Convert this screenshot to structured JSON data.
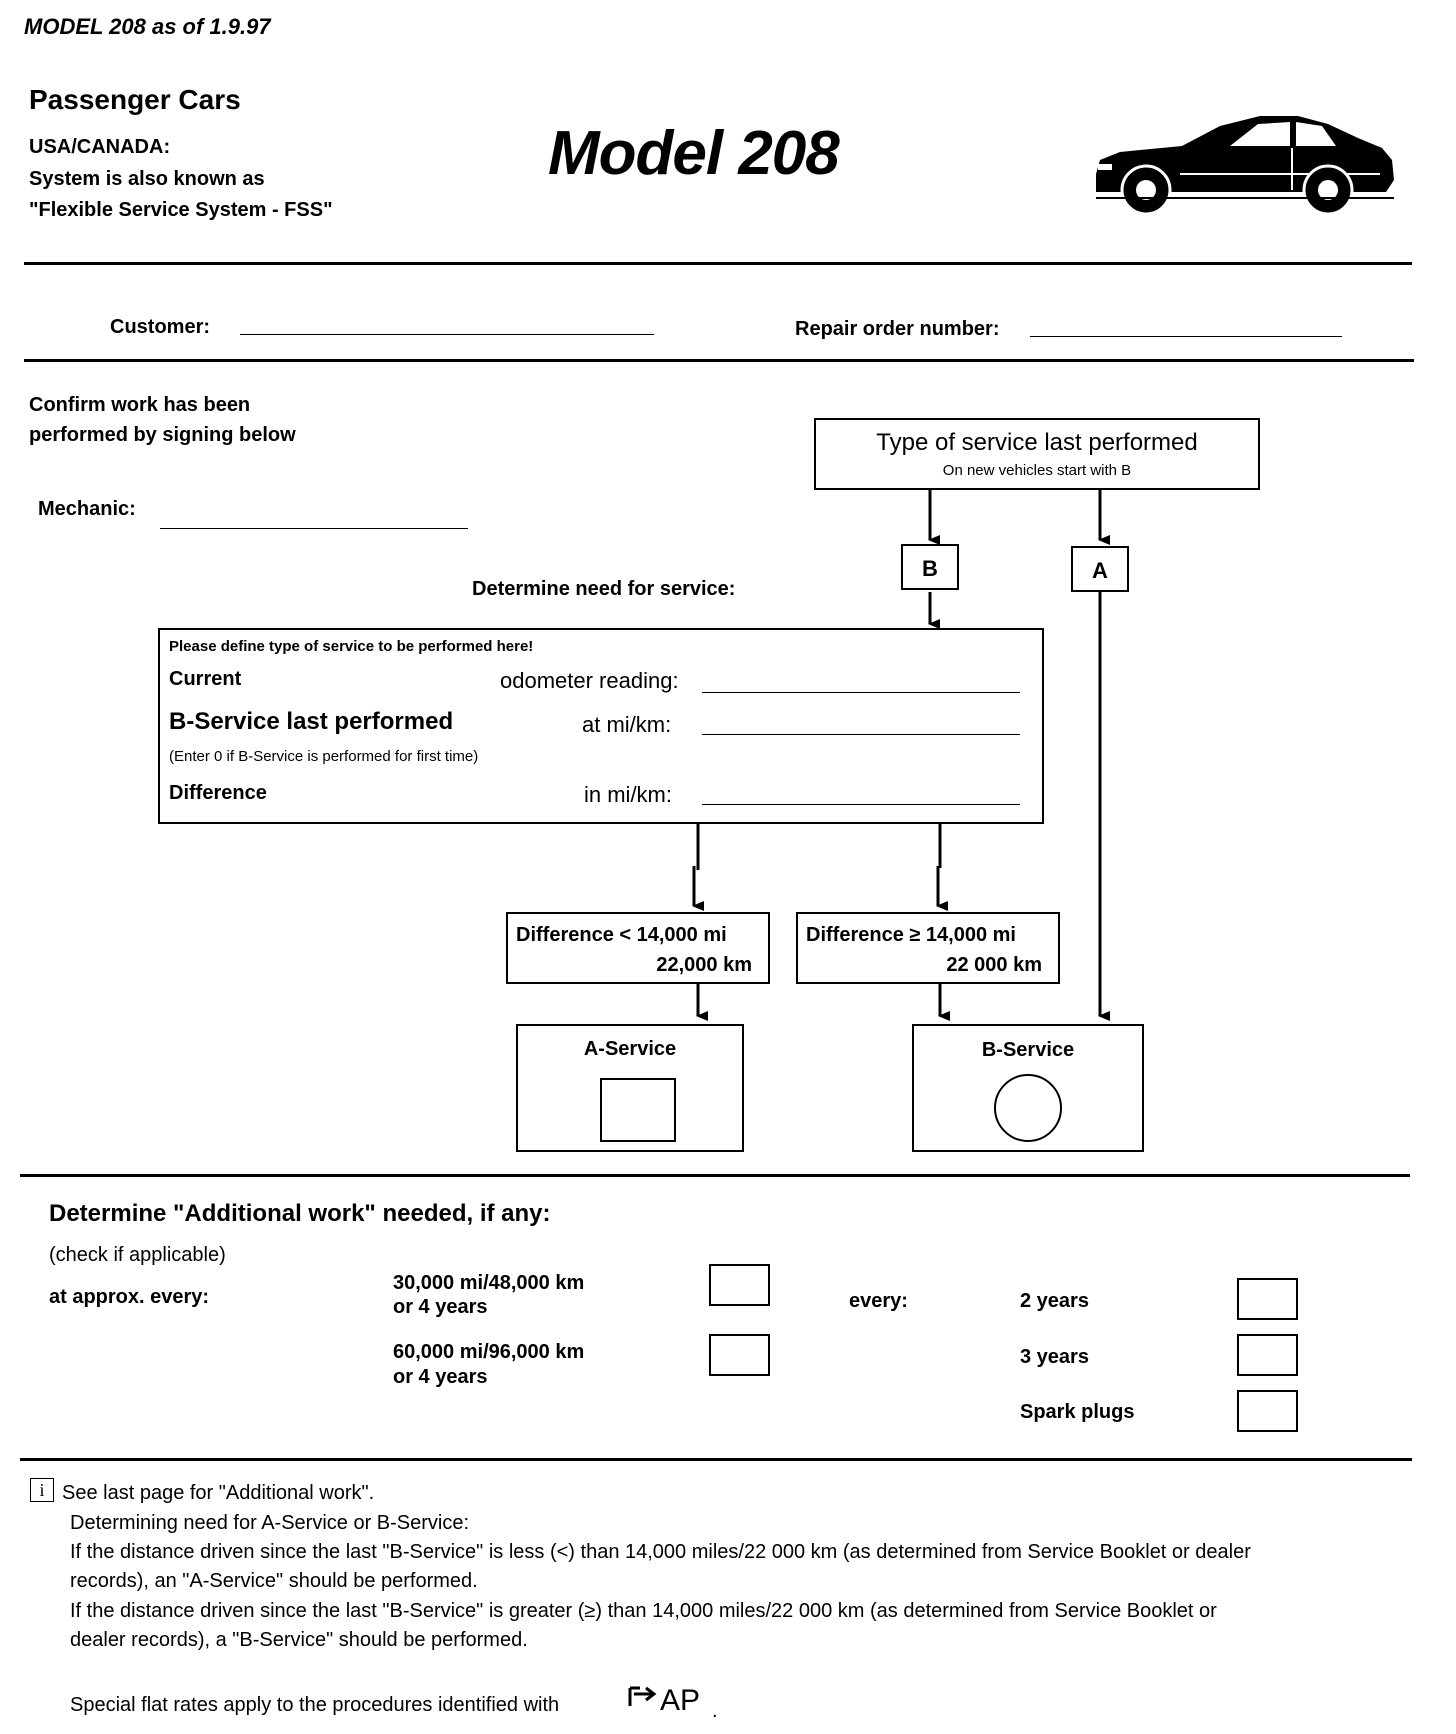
{
  "header": {
    "model_line": "MODEL 208 as of 1.9.97",
    "category": "Passenger Cars",
    "region": "USA/CANADA:",
    "aka_line1": "System is also known as",
    "aka_line2": "\"Flexible Service System - FSS\"",
    "title": "Model 208",
    "car_icon": "car-coupe-icon"
  },
  "fields": {
    "customer_label": "Customer:",
    "repair_order_label": "Repair order number:",
    "confirm_line1": "Confirm work has been",
    "confirm_line2": "performed by signing below",
    "mechanic_label": "Mechanic:"
  },
  "flow": {
    "type_box_title": "Type of  service last performed",
    "type_box_sub": "On new vehicles start with B",
    "branch_b": "B",
    "branch_a": "A",
    "determine_label": "Determine need for service:",
    "define_heading": "Please define type of service to be performed here!",
    "current_label": "Current",
    "odometer_label": "odometer reading:",
    "b_last_label": "B-Service last performed",
    "at_label": "at mi/km:",
    "enter0_note": "(Enter 0 if B-Service is performed for first time)",
    "difference_label": "Difference",
    "in_label": "in mi/km:",
    "diff_less_line1": "Difference < 14,000 mi",
    "diff_less_line2": "22,000 km",
    "diff_ge_line1": "Difference ≥ 14,000 mi",
    "diff_ge_line2": "22 000 km",
    "a_service": "A-Service",
    "b_service": "B-Service"
  },
  "additional": {
    "heading": "Determine \"Additional work\" needed, if any:",
    "check_note": "(check if applicable)",
    "approx_label": "at approx. every:",
    "opt1_line1": "30,000 mi/48,000 km",
    "opt1_line2": "or 4 years",
    "opt2_line1": "60,000 mi/96,000 km",
    "opt2_line2": "or 4 years",
    "every_label": "every:",
    "years2": "2 years",
    "years3": "3 years",
    "spark_plugs": "Spark plugs"
  },
  "notes": {
    "info_icon": "info-i-icon",
    "see_last": "See last page for \"Additional work\".",
    "determining": "Determining need for A-Service or B-Service:",
    "less_line1": "If the distance driven since the last \"B-Service\" is less (<) than 14,000 miles/22 000 km (as determined from Service Booklet or dealer",
    "less_line2": "records), an \"A-Service\" should be performed.",
    "greater_line1": "If the distance driven since the last \"B-Service\" is greater (≥) than 14,000 miles/22 000 km (as determined from Service Booklet or",
    "greater_line2": "dealer records), a \"B-Service\" should be performed.",
    "flat_rates": "Special flat rates apply to the procedures identified with",
    "ap_mark": "AP"
  }
}
